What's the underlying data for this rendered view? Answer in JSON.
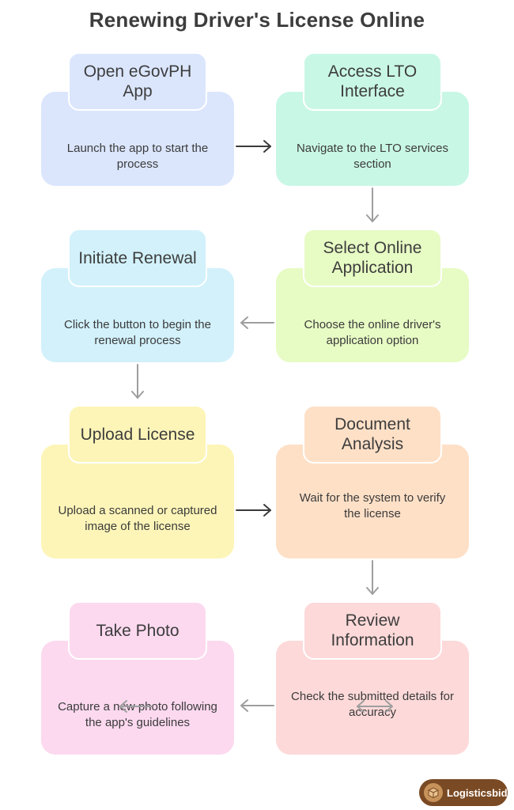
{
  "title": "Renewing Driver's License Online",
  "steps": [
    {
      "heading": "Open eGovPH App",
      "description": "Launch the app to start the process",
      "color": "#dbe6fd"
    },
    {
      "heading": "Access LTO Interface",
      "description": "Navigate to the LTO services section",
      "color": "#c9f7e6"
    },
    {
      "heading": "Select Online Application",
      "description": "Choose the online driver's application option",
      "color": "#e7fbc4"
    },
    {
      "heading": "Initiate Renewal",
      "description": "Click the button to begin the renewal process",
      "color": "#d2f1fb"
    },
    {
      "heading": "Upload License",
      "description": "Upload a scanned or captured image of the license",
      "color": "#fdf5b8"
    },
    {
      "heading": "Document Analysis",
      "description": "Wait for the system to verify the license",
      "color": "#fee0c7"
    },
    {
      "heading": "Review Information",
      "description": "Check the submitted details for accuracy",
      "color": "#fdd9d9"
    },
    {
      "heading": "Take Photo",
      "description": "Capture a new photo following the app's guidelines",
      "color": "#fcd9ef"
    }
  ],
  "colors": {
    "dark_arrow": "#3a3a3a",
    "light_arrow": "#9e9e9e",
    "badge_bg": "#7a4a24"
  },
  "badge": {
    "label": "Logisticsbid",
    "icon": "box-icon"
  }
}
